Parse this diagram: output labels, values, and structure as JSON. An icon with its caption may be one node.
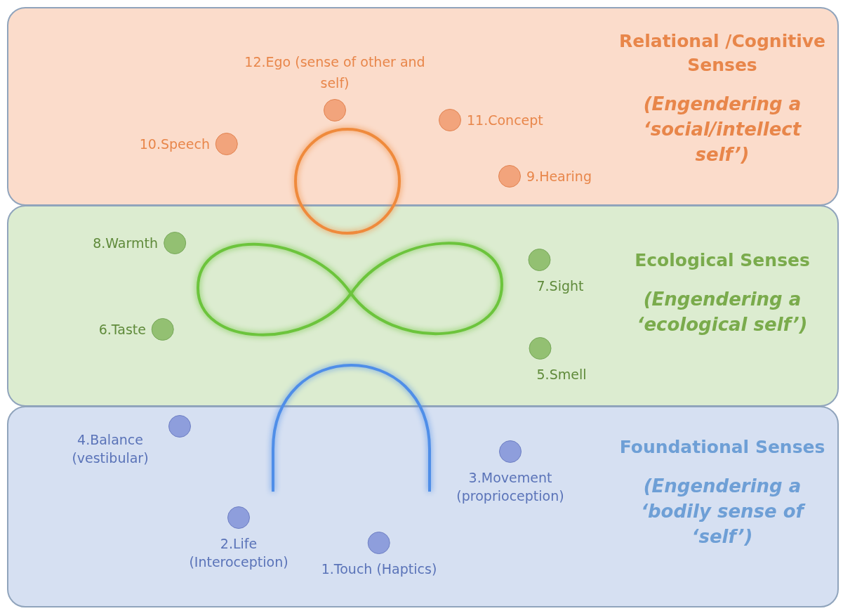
{
  "diagram": {
    "nodes": [
      {
        "text": [
          "Relational /Cognitive Senses",
          "(Engendering a ‘social/intellect self’)"
        ]
      },
      {
        "text": [],
        "shape": "circle",
        "beside": [
          "12.Ego (sense of other and self)"
        ],
        "in": 0
      },
      {
        "text": [],
        "shape": "circle",
        "beside": [
          "11.Concept"
        ],
        "in": 0
      },
      {
        "text": [],
        "shape": "circle",
        "beside": [
          "10.Speech"
        ],
        "in": 0
      },
      {
        "text": [],
        "shape": "circle",
        "beside": [
          "9.Hearing"
        ],
        "in": 0
      },
      {
        "text": [
          "Ecological Senses",
          "(Engendering a ‘ecological self’)"
        ]
      },
      {
        "text": [],
        "shape": "circle",
        "beside": [
          "8.Warmth"
        ],
        "in": 5
      },
      {
        "text": [],
        "shape": "circle",
        "beside": [
          "7.Sight"
        ],
        "in": 5
      },
      {
        "text": [],
        "shape": "circle",
        "beside": [
          "6.Taste"
        ],
        "in": 5
      },
      {
        "text": [],
        "shape": "circle",
        "beside": [
          "5.Smell"
        ],
        "in": 5
      },
      {
        "text": [
          "Foundational Senses",
          "(Engendering a ‘bodily sense of ‘self’)"
        ]
      },
      {
        "text": [],
        "shape": "circle",
        "beside": [
          "4.Balance (vestibular)"
        ],
        "in": 10
      },
      {
        "text": [],
        "shape": "circle",
        "beside": [
          "3.Movement (proprioception)"
        ],
        "in": 10
      },
      {
        "text": [],
        "shape": "circle",
        "beside": [
          "2.Life (Interoception)"
        ],
        "in": 10
      },
      {
        "text": [],
        "shape": "circle",
        "beside": [
          "1.Touch (Haptics)"
        ],
        "in": 10
      }
    ],
    "edges": []
  }
}
